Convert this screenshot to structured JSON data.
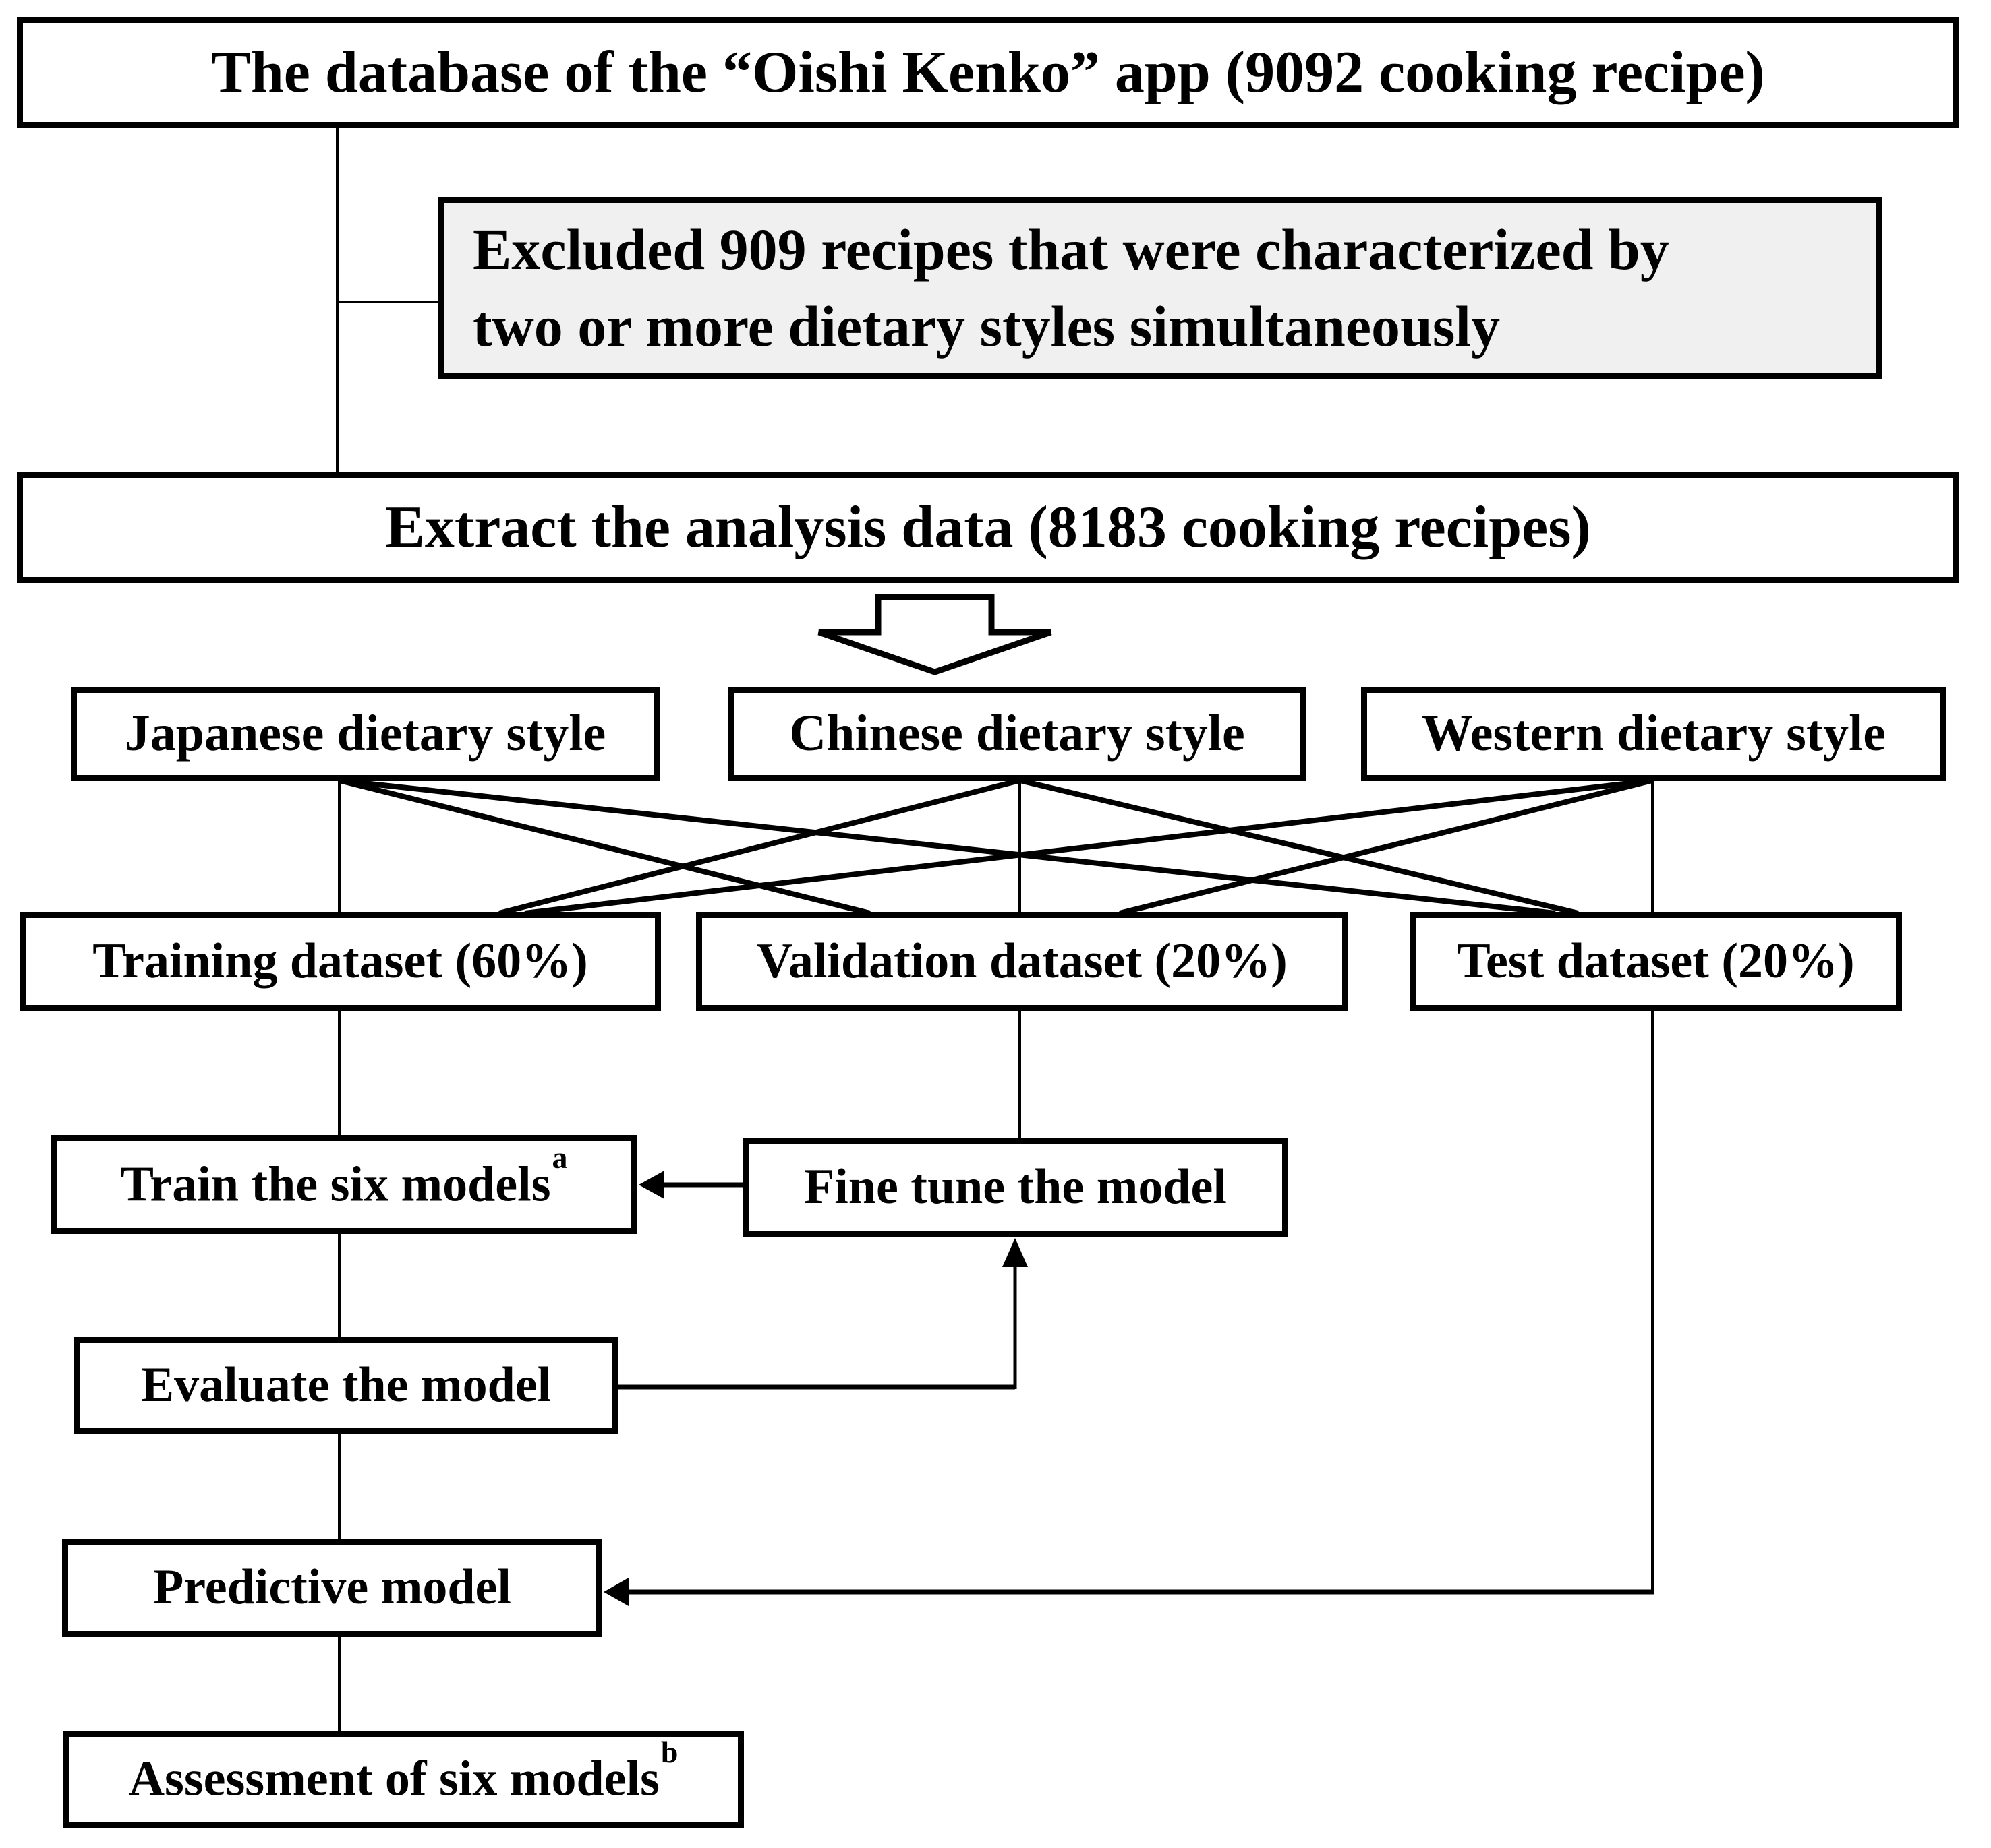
{
  "figure": {
    "type": "flowchart",
    "background_color": "#ffffff",
    "box_border_color": "#000000",
    "excluded_box_fill": "#f0f0f0",
    "text_color": "#000000"
  },
  "nodes": {
    "database": {
      "label": "The database of the “Oishi Kenko” app (9092 cooking recipe)"
    },
    "excluded": {
      "label": "Excluded 909 recipes that were characterized by two or more dietary styles simultaneously",
      "lines": [
        "Excluded 909 recipes that were characterized by",
        "two or more dietary styles simultaneously"
      ]
    },
    "extract": {
      "label": "Extract the analysis data (8183 cooking recipes)"
    },
    "japanese": {
      "label": "Japanese dietary style"
    },
    "chinese": {
      "label": "Chinese dietary style"
    },
    "western": {
      "label": "Western dietary style"
    },
    "training": {
      "label": "Training dataset (60%)"
    },
    "validation": {
      "label": "Validation dataset (20%)"
    },
    "test": {
      "label": "Test dataset (20%)"
    },
    "train": {
      "label": "Train the six models",
      "sup": "a"
    },
    "finetune": {
      "label": "Fine tune the model"
    },
    "evaluate": {
      "label": "Evaluate the model"
    },
    "predictive": {
      "label": "Predictive model"
    },
    "assessment": {
      "label": "Assessment of six models",
      "sup": "b"
    }
  },
  "edges": [
    {
      "from": "database",
      "to": "extract"
    },
    {
      "from": "database",
      "to": "excluded"
    },
    {
      "from": "extract",
      "to": "dietary-styles",
      "type": "block-arrow"
    },
    {
      "from": "japanese",
      "to": "training"
    },
    {
      "from": "japanese",
      "to": "validation"
    },
    {
      "from": "japanese",
      "to": "test"
    },
    {
      "from": "chinese",
      "to": "training"
    },
    {
      "from": "chinese",
      "to": "validation"
    },
    {
      "from": "chinese",
      "to": "test"
    },
    {
      "from": "western",
      "to": "training"
    },
    {
      "from": "western",
      "to": "validation"
    },
    {
      "from": "western",
      "to": "test"
    },
    {
      "from": "training",
      "to": "train"
    },
    {
      "from": "validation",
      "to": "finetune"
    },
    {
      "from": "finetune",
      "to": "train",
      "type": "arrow"
    },
    {
      "from": "train",
      "to": "evaluate"
    },
    {
      "from": "evaluate",
      "to": "finetune",
      "type": "arrow"
    },
    {
      "from": "evaluate",
      "to": "predictive"
    },
    {
      "from": "test",
      "to": "predictive",
      "type": "arrow"
    },
    {
      "from": "predictive",
      "to": "assessment"
    }
  ]
}
